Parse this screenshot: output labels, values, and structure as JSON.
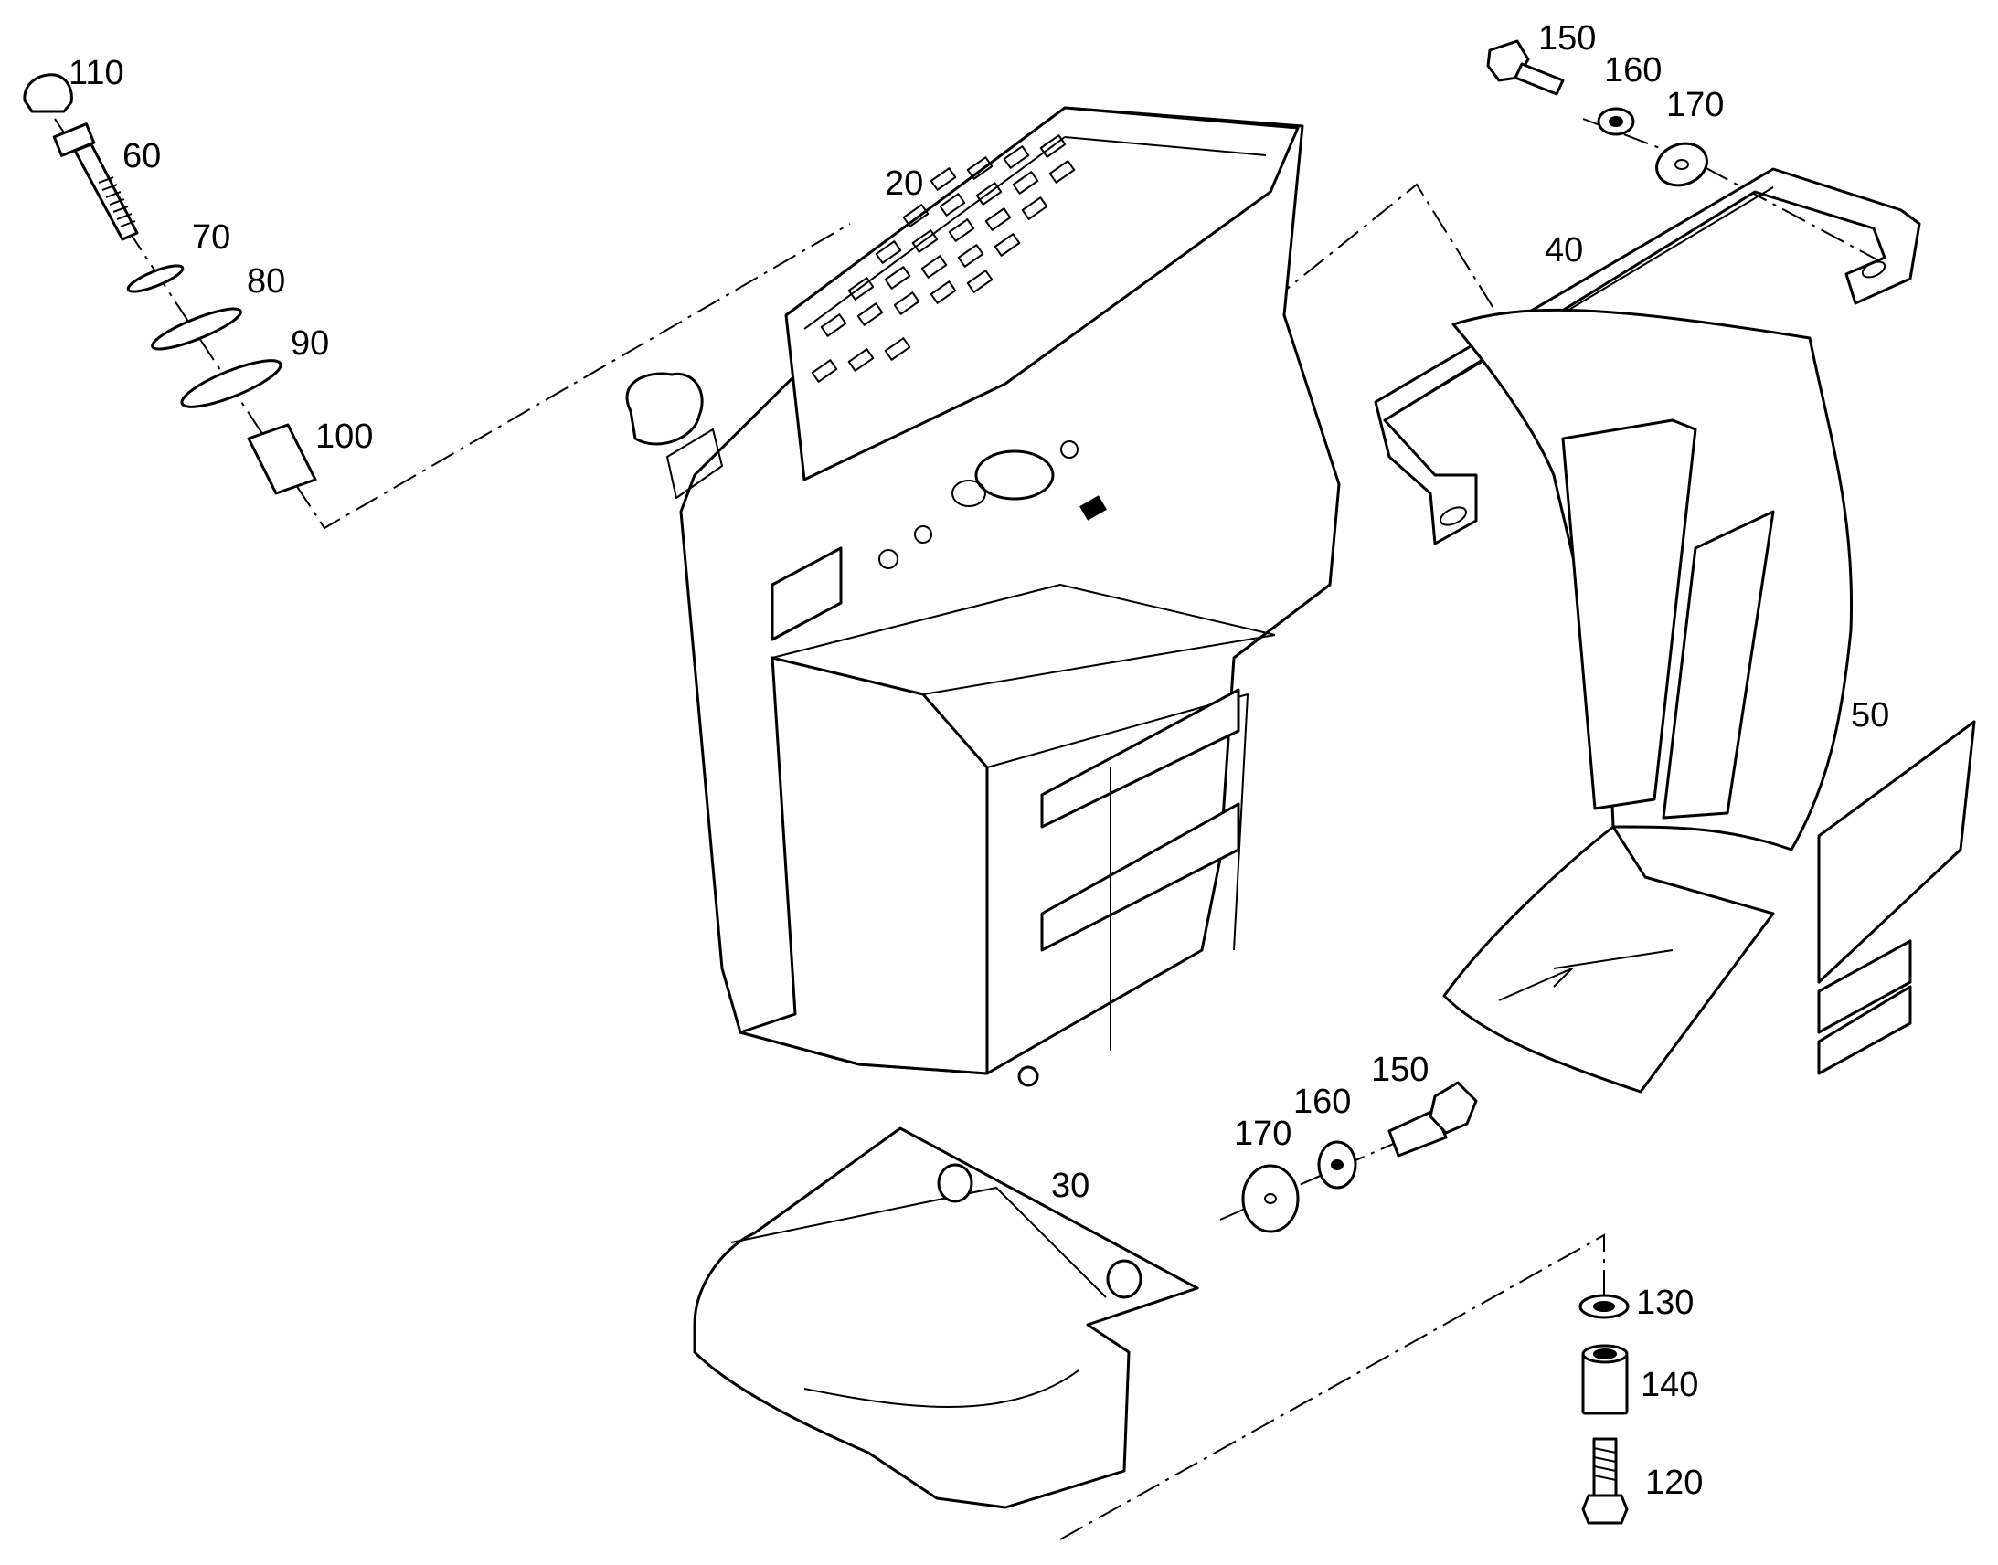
{
  "callouts": {
    "p110": "110",
    "p60": "60",
    "p70": "70",
    "p80": "80",
    "p90": "90",
    "p100": "100",
    "p20": "20",
    "p150a": "150",
    "p160a": "160",
    "p170a": "170",
    "p40": "40",
    "p50": "50",
    "p30": "30",
    "p170b": "170",
    "p160b": "160",
    "p150b": "150",
    "p130": "130",
    "p140": "140",
    "p120": "120"
  },
  "colors": {
    "ink": "#000000",
    "paper": "#ffffff"
  }
}
